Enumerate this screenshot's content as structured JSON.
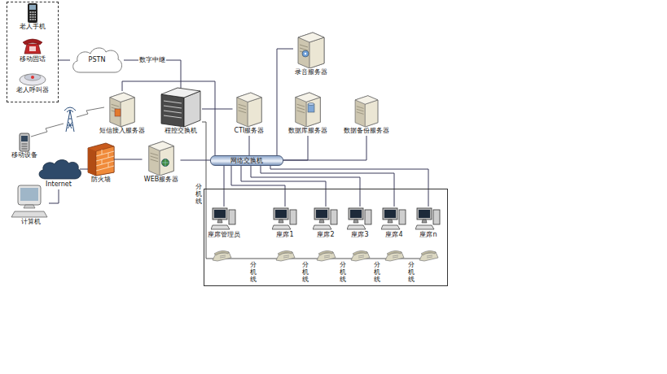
{
  "diagram": {
    "nodes": [
      {
        "text": []
      },
      {
        "text": [
          "老人手机"
        ],
        "in": 0
      },
      {
        "text": [
          "移动固话"
        ],
        "in": 0
      },
      {
        "text": [
          "老人呼叫器"
        ],
        "in": 0
      },
      {
        "text": [
          "PSTN"
        ]
      },
      {
        "text": [
          "录音服务器"
        ]
      },
      {
        "text": [
          "程控交换机"
        ]
      },
      {
        "text": [
          "短信接入服务器"
        ]
      },
      {
        "text": [
          "CTI服务器"
        ]
      },
      {
        "text": [
          "数据库服务器"
        ]
      },
      {
        "text": [
          "数据备份服务器"
        ]
      },
      {
        "text": [
          "移动设备"
        ]
      },
      {
        "text": [
          "Internet"
        ]
      },
      {
        "text": [
          "防火墙"
        ]
      },
      {
        "text": [
          "WEB服务器"
        ]
      },
      {
        "text": [
          "网络交换机"
        ]
      },
      {
        "text": [
          "计算机"
        ]
      },
      {
        "text": []
      },
      {
        "text": [
          "座席管理员"
        ],
        "in": 17
      },
      {
        "text": [
          "座席1"
        ],
        "in": 17
      },
      {
        "text": [
          "座席2"
        ],
        "in": 17
      },
      {
        "text": [
          "座席3"
        ],
        "in": 17
      },
      {
        "text": [
          "座席4"
        ],
        "in": 17
      },
      {
        "text": [
          "座席n"
        ],
        "in": 17
      }
    ],
    "edges": [
      {
        "from": 0,
        "to": 4,
        "arrow": "none"
      },
      {
        "from": 4,
        "to": 6,
        "label": "数字中继",
        "arrow": "none"
      },
      {
        "from": 6,
        "to": 8,
        "arrow": "none"
      },
      {
        "from": 7,
        "to": 15,
        "arrow": "none"
      },
      {
        "from": 14,
        "to": 15,
        "arrow": "none"
      },
      {
        "from": 8,
        "to": 15,
        "arrow": "none"
      },
      {
        "from": 5,
        "to": 15,
        "arrow": "none"
      },
      {
        "from": 9,
        "to": 15,
        "arrow": "none"
      },
      {
        "from": 10,
        "to": 15,
        "arrow": "none"
      },
      {
        "from": 15,
        "to": 18,
        "arrow": "none"
      },
      {
        "from": 15,
        "to": 19,
        "arrow": "none"
      },
      {
        "from": 15,
        "to": 20,
        "arrow": "none"
      },
      {
        "from": 15,
        "to": 21,
        "arrow": "none"
      },
      {
        "from": 15,
        "to": 22,
        "arrow": "none"
      },
      {
        "from": 15,
        "to": 23,
        "arrow": "none"
      },
      {
        "from": 16,
        "to": 12,
        "arrow": "none"
      },
      {
        "from": 12,
        "to": 13,
        "arrow": "none"
      },
      {
        "from": 13,
        "to": 14,
        "arrow": "none"
      }
    ],
    "labels": [
      "分机线",
      "分机线",
      "分机线",
      "分机线",
      "分机线",
      "分机线"
    ]
  }
}
